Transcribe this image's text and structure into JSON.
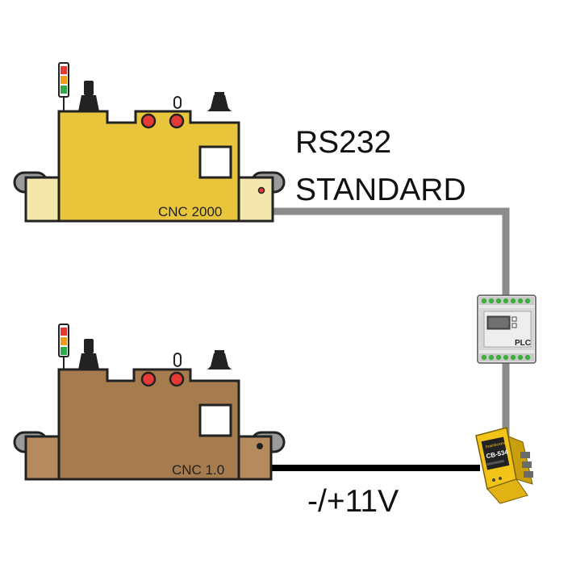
{
  "machines": [
    {
      "label": "CNC 2000",
      "body_color": "#E8C53A",
      "base_color": "#F3E7AE"
    },
    {
      "label": "CNC 1.0",
      "body_color": "#A67C4E",
      "base_color": "#B58A5C"
    }
  ],
  "connections": {
    "rs232_line1": "RS232",
    "rs232_line2": "STANDARD",
    "voltage": "-/+11V",
    "rs232_color": "#8C8C8C",
    "voltage_color": "#000000"
  },
  "plc": {
    "label": "PLC",
    "body_color": "#E8E8E8",
    "terminal_color": "#3FAE3F"
  },
  "converter": {
    "brand": "brainboxes",
    "model": "CB-534",
    "body_color": "#F2C418"
  },
  "stack_light_colors": [
    "#E53935",
    "#F29A1E",
    "#2EAA4A"
  ]
}
